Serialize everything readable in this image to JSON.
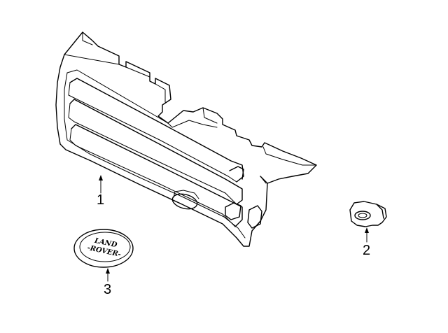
{
  "callouts": [
    {
      "id": "1",
      "label": "1"
    },
    {
      "id": "2",
      "label": "2"
    },
    {
      "id": "3",
      "label": "3"
    }
  ],
  "badge": {
    "line1": "LAND",
    "line2": "-ROVER-"
  },
  "icons": {
    "grille": "front-grille-assembly",
    "clip": "grille-mounting-clip",
    "badge": "oval-brand-emblem"
  },
  "colors": {
    "line": "#000000",
    "background": "#ffffff"
  }
}
